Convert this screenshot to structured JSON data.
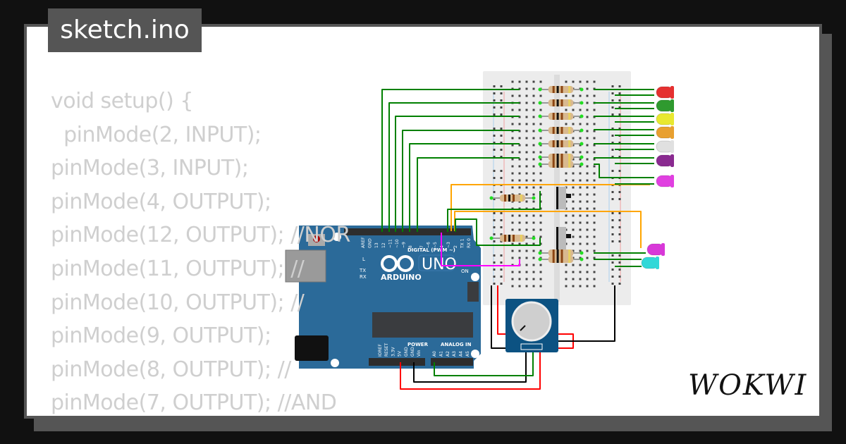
{
  "file_tab": {
    "label": "sketch.ino"
  },
  "code_lines": [
    "void setup() {",
    "  pinMode(2, INPUT);",
    "pinMode(3, INPUT);",
    "pinMode(4, OUTPUT);",
    "pinMode(12, OUTPUT); //NOR",
    "pinMode(11, OUTPUT); //",
    "pinMode(10, OUTPUT); //",
    "pinMode(9, OUTPUT);",
    "pinMode(8, OUTPUT); //",
    "pinMode(7, OUTPUT); //AND",
    "}"
  ],
  "board": {
    "name": "ARDUINO",
    "model": "UNO",
    "digital_label": "DIGITAL (PWM ~)",
    "on_label": "ON",
    "l_label": "L",
    "tx_label": "TX",
    "rx_label": "RX",
    "power_label": "POWER",
    "analog_label": "ANALOG IN",
    "digital_pins": [
      "AREF",
      "GND",
      "13",
      "12",
      "~11",
      "~10",
      "~9",
      "8",
      "7",
      "~6",
      "~5",
      "4",
      "~3",
      "2",
      "TX 1",
      "RX 0"
    ],
    "power_pins": [
      "IOREF",
      "RESET",
      "3.3V",
      "5V",
      "GND",
      "GND",
      "Vin"
    ],
    "analog_pins": [
      "A0",
      "A1",
      "A2",
      "A3",
      "A4",
      "A5"
    ],
    "color": "#2b6a99"
  },
  "leds": [
    {
      "color": "#e53030"
    },
    {
      "color": "#2f9a2f"
    },
    {
      "color": "#e8e830"
    },
    {
      "color": "#e8a030"
    },
    {
      "color": "#e0e0e0"
    },
    {
      "color": "#8a2a90"
    },
    {
      "color": "#e040e0"
    },
    {
      "color": "#d838d8"
    },
    {
      "color": "#30d8d8"
    }
  ],
  "wire_colors": {
    "signal": "#008000",
    "orange": "#ffa500",
    "magenta": "#ff00ff",
    "power": "#ff0000",
    "ground": "#000000"
  },
  "logo": {
    "text": "WOKWI"
  }
}
